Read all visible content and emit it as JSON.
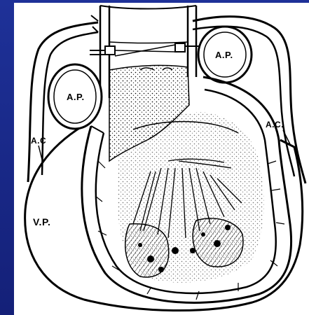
{
  "figure": {
    "labels": {
      "ap_left": "A.P.",
      "ap_right": "A.P.",
      "ac_left": "A.C",
      "ac_right": "A.C.",
      "vp": "V.P."
    },
    "colors": {
      "slide_background": "#1b2a8a",
      "ink": "#000000",
      "paper": "#ffffff"
    }
  }
}
